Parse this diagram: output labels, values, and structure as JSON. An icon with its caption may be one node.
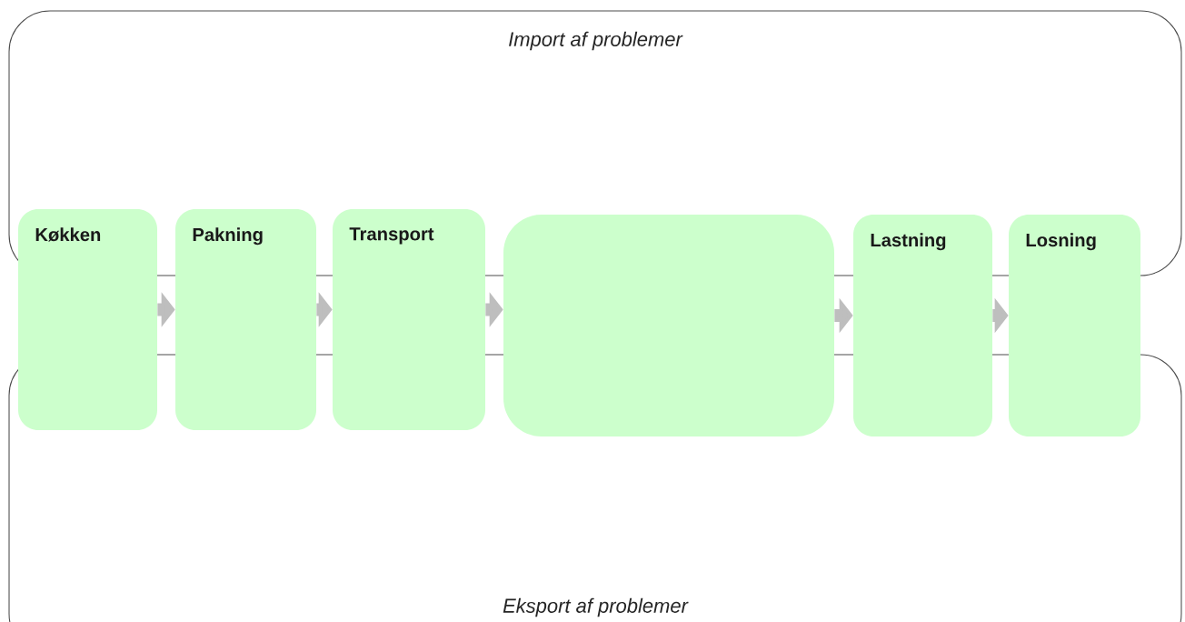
{
  "diagram": {
    "nodes": [
      {
        "text": [
          "Import af problemer"
        ]
      },
      {
        "text": [
          "Køkken"
        ]
      },
      {
        "text": [
          "Pakning"
        ]
      },
      {
        "text": [
          "Transport"
        ]
      },
      {
        "text": [],
        "shape": "box"
      },
      {
        "text": [
          "Lastning"
        ]
      },
      {
        "text": [
          "Losning"
        ]
      },
      {
        "text": [
          "Eksport af problemer"
        ]
      }
    ],
    "edges": [
      {
        "from": 1,
        "to": 2,
        "arrow": "to"
      },
      {
        "from": 2,
        "to": 3,
        "arrow": "to"
      },
      {
        "from": 3,
        "to": 4,
        "arrow": "to"
      },
      {
        "from": 4,
        "to": 5,
        "arrow": "to"
      },
      {
        "from": 5,
        "to": 6,
        "arrow": "to"
      }
    ]
  }
}
